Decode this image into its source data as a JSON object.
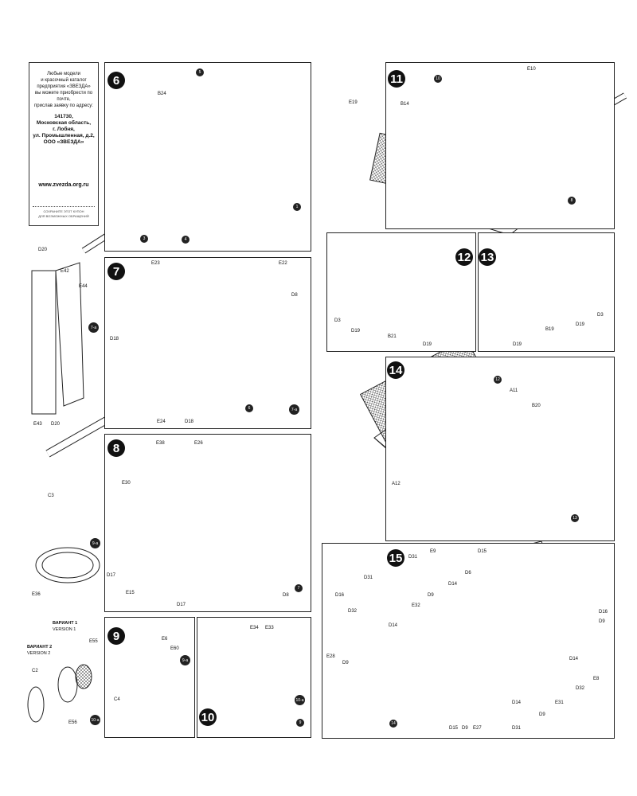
{
  "info": {
    "lines": [
      "Любые модели",
      "и красочный каталог",
      "предприятия «ЗВЕЗДА»",
      "вы можете приобрести по почте,",
      "прислав заявку по адресу:"
    ],
    "address": [
      "141730,",
      "Московская область,",
      "г. Лобня,",
      "ул. Промышленная, д.2,",
      "ООО «ЗВЕЗДА»"
    ],
    "website": "www.zvezda.org.ru",
    "coupon": [
      "СОХРАНИТЕ ЭТОТ КУПОН",
      "ДЛЯ ВОЗМОЖНЫХ ОБРАЩЕНИЙ"
    ]
  },
  "steps": {
    "s6": "6",
    "s7": "7",
    "s8": "8",
    "s9": "9",
    "s10": "10",
    "s11": "11",
    "s12": "12",
    "s13": "13",
    "s14": "14",
    "s15": "15"
  },
  "labels": {
    "b24": "B24",
    "d20a": "D20",
    "e42": "E42",
    "e44": "E44",
    "e43": "E43",
    "d20b": "D20",
    "e23": "E23",
    "e22": "E22",
    "d8_7": "D8",
    "d18_7a": "D18",
    "d18_7b": "D18",
    "e24": "E24",
    "e38": "E38",
    "e26": "E26",
    "e30": "E30",
    "d17a": "D17",
    "e15": "E15",
    "d17b": "D17",
    "d8_8": "D8",
    "c3": "C3",
    "e36": "E36",
    "var1": "ВАРИАНТ 1",
    "ver1": "VERSION 1",
    "var2": "ВАРИАНТ 2",
    "ver2": "VERSION 2",
    "e55": "E55",
    "c2": "C2",
    "e56": "E56",
    "e6": "E6",
    "e60": "E60",
    "c4": "C4",
    "e34": "E34",
    "e33": "E33",
    "e10": "E10",
    "e19": "E19",
    "b14": "B14",
    "d3a": "D3",
    "d19a": "D19",
    "b21": "B21",
    "d19b": "D19",
    "b19": "B19",
    "d19c": "D19",
    "d3b": "D3",
    "d19d": "D19",
    "a11": "A11",
    "b20": "B20",
    "a12": "A12",
    "e9": "E9",
    "d31a": "D31",
    "d15a": "D15",
    "d14a": "D14",
    "d6": "D6",
    "d31b": "D31",
    "d9a": "D9",
    "e32": "E32",
    "d16a": "D16",
    "d32a": "D32",
    "e28": "E28",
    "d14b": "D14",
    "d9b": "D9",
    "d16b": "D16",
    "d9c": "D9",
    "d14c": "D14",
    "e8": "E8",
    "d32b": "D32",
    "e31": "E31",
    "d14d": "D14",
    "d9d": "D9",
    "d31c": "D31",
    "e27": "E27",
    "d15b": "D15",
    "d9e": "D9"
  },
  "refs": {
    "r5": "5",
    "r1": "1",
    "r3": "3",
    "r4": "4",
    "r7a": "7-a",
    "r6": "6",
    "r7b": "7-a",
    "r7": "7",
    "r9a": "9-a",
    "r10a": "10-a",
    "r9b": "9-a",
    "r9c": "9",
    "r10b": "10-a",
    "r10c": "10",
    "r8": "8",
    "r12": "12",
    "r13": "13",
    "r14": "14"
  }
}
